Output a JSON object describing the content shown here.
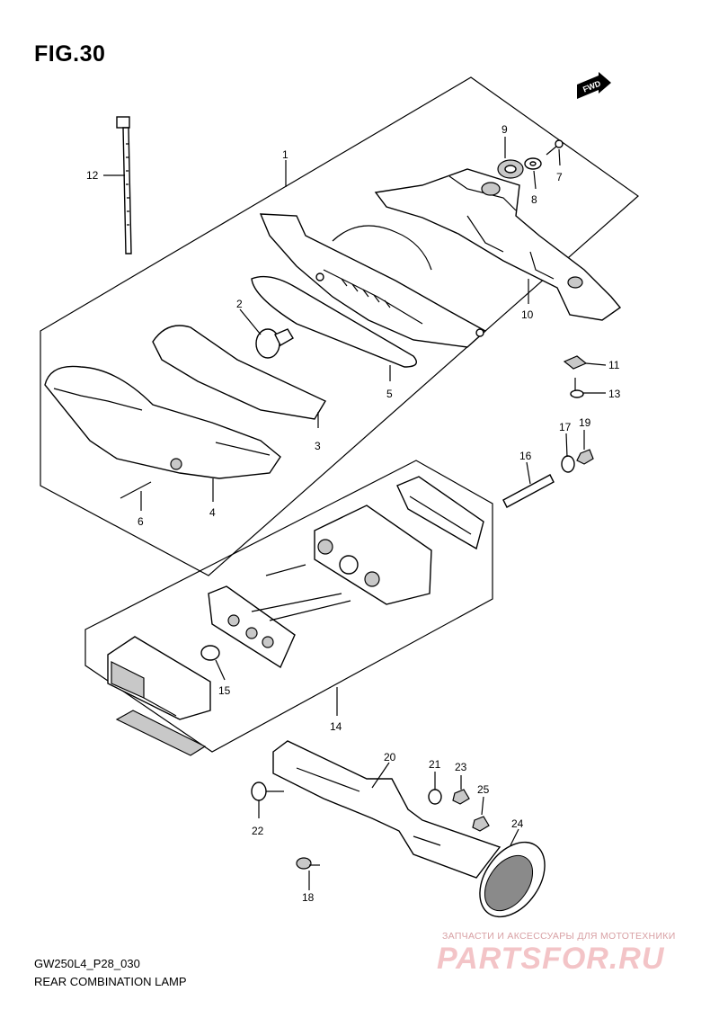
{
  "figure": {
    "title": "FIG.30",
    "code": "GW250L4_P28_030",
    "name": "REAR COMBINATION LAMP",
    "direction_badge": "FWD"
  },
  "parts": [
    {
      "id": "1",
      "label": "1"
    },
    {
      "id": "2",
      "label": "2"
    },
    {
      "id": "3",
      "label": "3"
    },
    {
      "id": "4",
      "label": "4"
    },
    {
      "id": "5",
      "label": "5"
    },
    {
      "id": "6",
      "label": "6"
    },
    {
      "id": "7",
      "label": "7"
    },
    {
      "id": "8",
      "label": "8"
    },
    {
      "id": "9",
      "label": "9"
    },
    {
      "id": "10",
      "label": "10"
    },
    {
      "id": "11",
      "label": "11"
    },
    {
      "id": "12",
      "label": "12"
    },
    {
      "id": "13",
      "label": "13"
    },
    {
      "id": "14",
      "label": "14"
    },
    {
      "id": "15",
      "label": "15"
    },
    {
      "id": "16",
      "label": "16"
    },
    {
      "id": "17",
      "label": "17"
    },
    {
      "id": "18",
      "label": "18"
    },
    {
      "id": "19",
      "label": "19"
    },
    {
      "id": "20",
      "label": "20"
    },
    {
      "id": "21",
      "label": "21"
    },
    {
      "id": "22",
      "label": "22"
    },
    {
      "id": "23",
      "label": "23"
    },
    {
      "id": "24",
      "label": "24"
    },
    {
      "id": "25",
      "label": "25"
    }
  ],
  "watermark": {
    "tagline": "ЗАПЧАСТИ И АКСЕССУАРЫ ДЛЯ МОТОТЕХНИКИ",
    "logo": "PARTSFOR.RU"
  }
}
